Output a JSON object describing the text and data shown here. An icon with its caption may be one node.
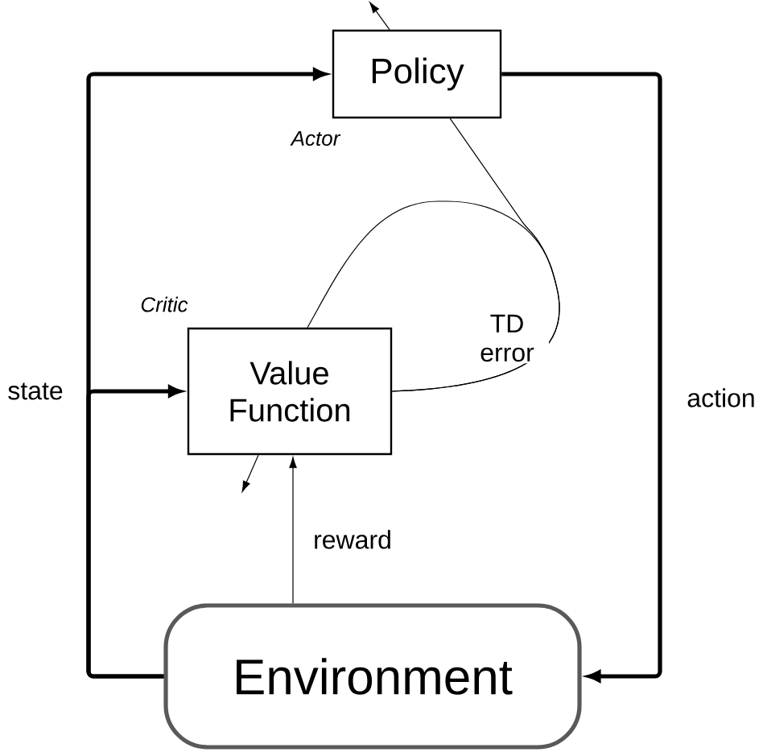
{
  "diagram": {
    "nodes": [
      {
        "text": [
          "Policy"
        ],
        "beside": [
          "Actor"
        ]
      },
      {
        "text": [
          "Value Function"
        ],
        "beside": [
          "Critic"
        ]
      },
      {
        "text": [
          "Environment"
        ]
      }
    ],
    "edges": [
      {
        "from": 2,
        "to": 0,
        "arrow": "to",
        "style": "thick"
      },
      {
        "from": 2,
        "to": 1,
        "arrow": "to",
        "style": "thick",
        "label": "state"
      },
      {
        "from": 0,
        "to": 2,
        "arrow": "to",
        "style": "thick",
        "label": "action"
      },
      {
        "from": 2,
        "to": 1,
        "arrow": "to",
        "label": "reward"
      },
      {
        "from": 1,
        "to": 0,
        "arrow": "none",
        "label": "TD error"
      },
      {
        "from": 1,
        "to": 1,
        "arrow": "none"
      },
      {
        "from": 0,
        "to": null,
        "arrow": "to"
      },
      {
        "from": 1,
        "to": null,
        "arrow": "to"
      }
    ]
  }
}
